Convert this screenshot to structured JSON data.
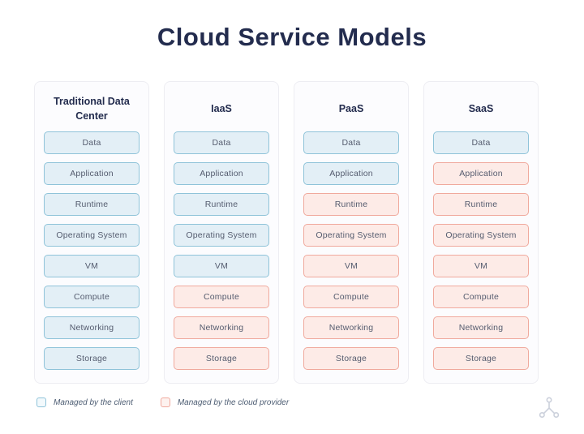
{
  "title": "Cloud Service Models",
  "colors": {
    "heading": "#232c4e",
    "box_text": "#555c6f",
    "legend_text": "#4d5d73",
    "client_fill": "#e3eff6",
    "client_border": "#8fc3d9",
    "provider_fill": "#fdebe7",
    "provider_border": "#f0a99d",
    "column_bg": "#fcfcfe",
    "column_border": "#ededf2",
    "watermark": "#c6ccd8"
  },
  "columns": [
    {
      "header": "Traditional Data Center",
      "layers": [
        {
          "label": "Data",
          "managed": "client"
        },
        {
          "label": "Application",
          "managed": "client"
        },
        {
          "label": "Runtime",
          "managed": "client"
        },
        {
          "label": "Operating System",
          "managed": "client"
        },
        {
          "label": "VM",
          "managed": "client"
        },
        {
          "label": "Compute",
          "managed": "client"
        },
        {
          "label": "Networking",
          "managed": "client"
        },
        {
          "label": "Storage",
          "managed": "client"
        }
      ]
    },
    {
      "header": "IaaS",
      "layers": [
        {
          "label": "Data",
          "managed": "client"
        },
        {
          "label": "Application",
          "managed": "client"
        },
        {
          "label": "Runtime",
          "managed": "client"
        },
        {
          "label": "Operating System",
          "managed": "client"
        },
        {
          "label": "VM",
          "managed": "client"
        },
        {
          "label": "Compute",
          "managed": "provider"
        },
        {
          "label": "Networking",
          "managed": "provider"
        },
        {
          "label": "Storage",
          "managed": "provider"
        }
      ]
    },
    {
      "header": "PaaS",
      "layers": [
        {
          "label": "Data",
          "managed": "client"
        },
        {
          "label": "Application",
          "managed": "client"
        },
        {
          "label": "Runtime",
          "managed": "provider"
        },
        {
          "label": "Operating System",
          "managed": "provider"
        },
        {
          "label": "VM",
          "managed": "provider"
        },
        {
          "label": "Compute",
          "managed": "provider"
        },
        {
          "label": "Networking",
          "managed": "provider"
        },
        {
          "label": "Storage",
          "managed": "provider"
        }
      ]
    },
    {
      "header": "SaaS",
      "layers": [
        {
          "label": "Data",
          "managed": "client"
        },
        {
          "label": "Application",
          "managed": "provider"
        },
        {
          "label": "Runtime",
          "managed": "provider"
        },
        {
          "label": "Operating System",
          "managed": "provider"
        },
        {
          "label": "VM",
          "managed": "provider"
        },
        {
          "label": "Compute",
          "managed": "provider"
        },
        {
          "label": "Networking",
          "managed": "provider"
        },
        {
          "label": "Storage",
          "managed": "provider"
        }
      ]
    }
  ],
  "legend": [
    {
      "label": "Managed by the client",
      "type": "client"
    },
    {
      "label": "Managed by the cloud provider",
      "type": "provider"
    }
  ],
  "watermark_icon": "triangle-network-icon"
}
